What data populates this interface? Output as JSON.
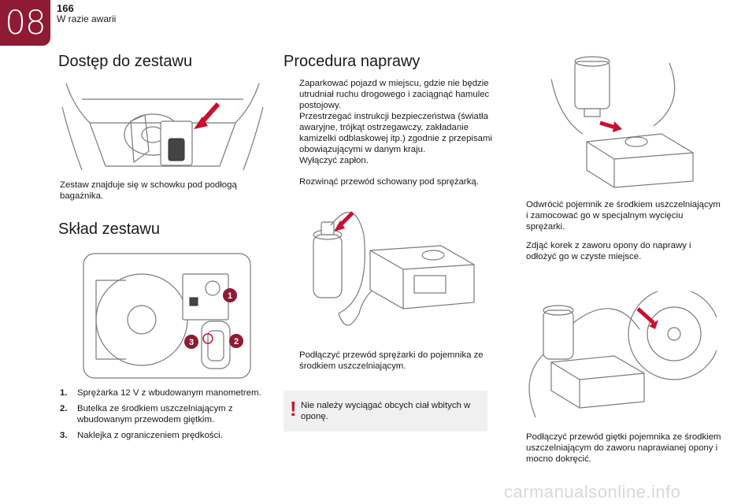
{
  "header": {
    "chapter": "08",
    "page_number": "166",
    "section": "W razie awarii"
  },
  "left": {
    "access_title": "Dostęp do zestawu",
    "access_caption": "Zestaw znajduje się w schowku pod podłogą bagażnika.",
    "contents_title": "Skład zestawu",
    "callouts": [
      "1",
      "2",
      "3"
    ],
    "items": [
      {
        "num": "1.",
        "text": "Sprężarka 12 V z wbudowanym manometrem."
      },
      {
        "num": "2.",
        "text": "Butelka ze środkiem uszczelniającym z wbudowanym przewodem giętkim."
      },
      {
        "num": "3.",
        "text": "Naklejka z ograniczeniem prędkości."
      }
    ]
  },
  "middle": {
    "title": "Procedura naprawy",
    "steps_top": [
      "Zaparkować pojazd w miejscu, gdzie nie będzie utrudniał ruchu drogowego i zaciągnąć hamulec postojowy.",
      "Przestrzegać instrukcji bezpieczeństwa (światła awaryjne, trójkąt ostrzegawczy, zakładanie kamizelki odblaskowej itp.) zgodnie z przepisami obowiązującymi w danym kraju.",
      "Wyłączyć zapłon."
    ],
    "step_unroll": "Rozwinąć przewód schowany pod sprężarką.",
    "step_connect": "Podłączyć przewód sprężarki do pojemnika ze środkiem uszczelniającym.",
    "warning_mark": "!",
    "warning_text": "Nie należy wyciągać obcych ciał wbitych w oponę."
  },
  "right": {
    "step_invert": "Odwrócić pojemnik ze środkiem uszczelniającym i zamocować go w specjalnym wycięciu sprężarki.",
    "step_cap": "Zdjąć korek z zaworu opony do naprawy i odłożyć go w czyste miejsce.",
    "step_hose": "Podłączyć przewód giętki pojemnika ze środkiem uszczelniającym do zaworu naprawianej opony i mocno dokręcić."
  },
  "bullet_symbol": "",
  "footer": {
    "watermark": "carmanualsonline.info"
  },
  "colors": {
    "chapter_tab": "#8e1a33",
    "arrow": "#c8102e",
    "callout": "#8e1a33",
    "warning_bg": "#f0f0f0"
  }
}
